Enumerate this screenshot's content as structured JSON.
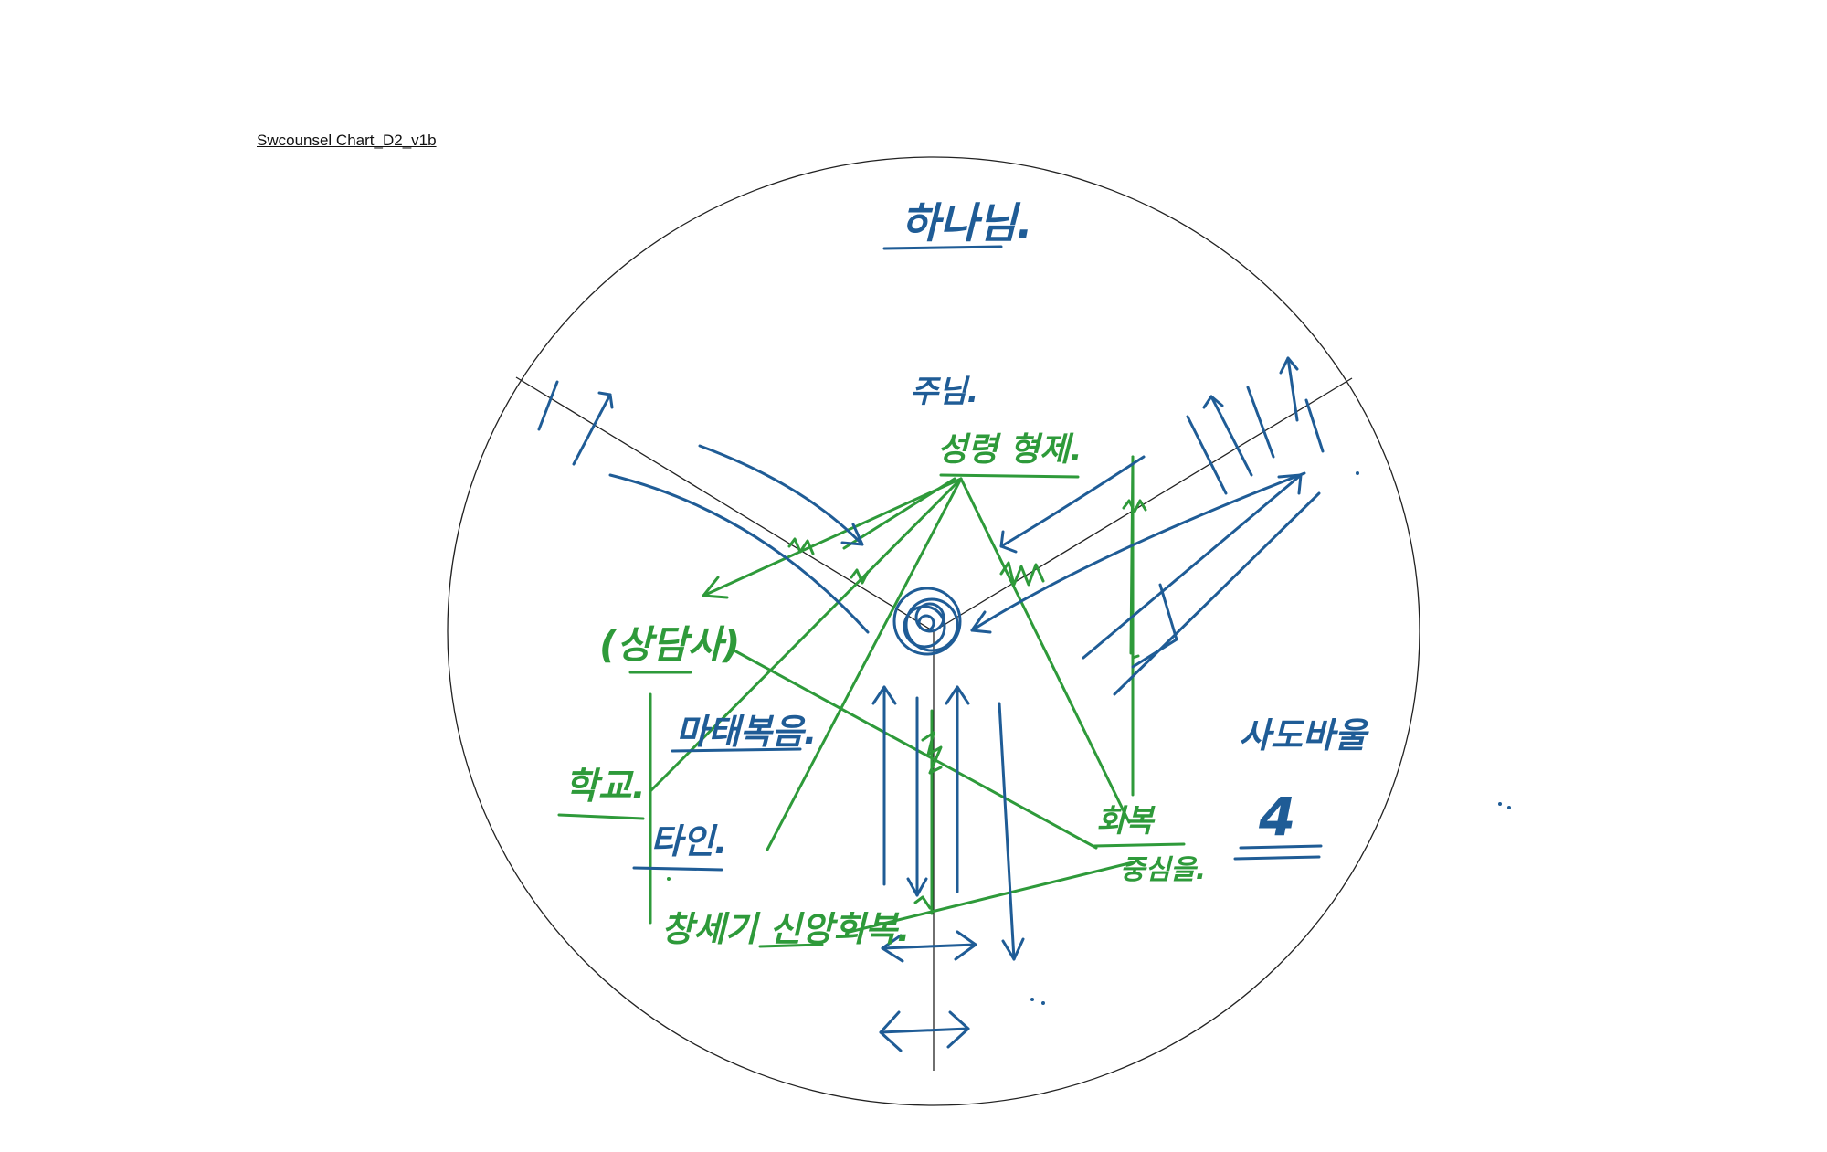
{
  "document": {
    "title": "Swcounsel Chart_D2_v1b"
  },
  "labels": {
    "top": "하나님.",
    "upper_center": "주님.",
    "upper_center_green": "성령 형제.",
    "left": "(상담사)",
    "left_mid": "마태복음.",
    "left_low": "학교.",
    "left_lower": "타인.",
    "bottom": "창세기 신앙회복.",
    "right_green_1": "회복",
    "right_green_2": "중심을.",
    "right_far": "사도바울",
    "right_number": "4"
  },
  "colors": {
    "blue_ink": "#1f5c96",
    "green_ink": "#2e9a3a",
    "outline": "#222222"
  }
}
